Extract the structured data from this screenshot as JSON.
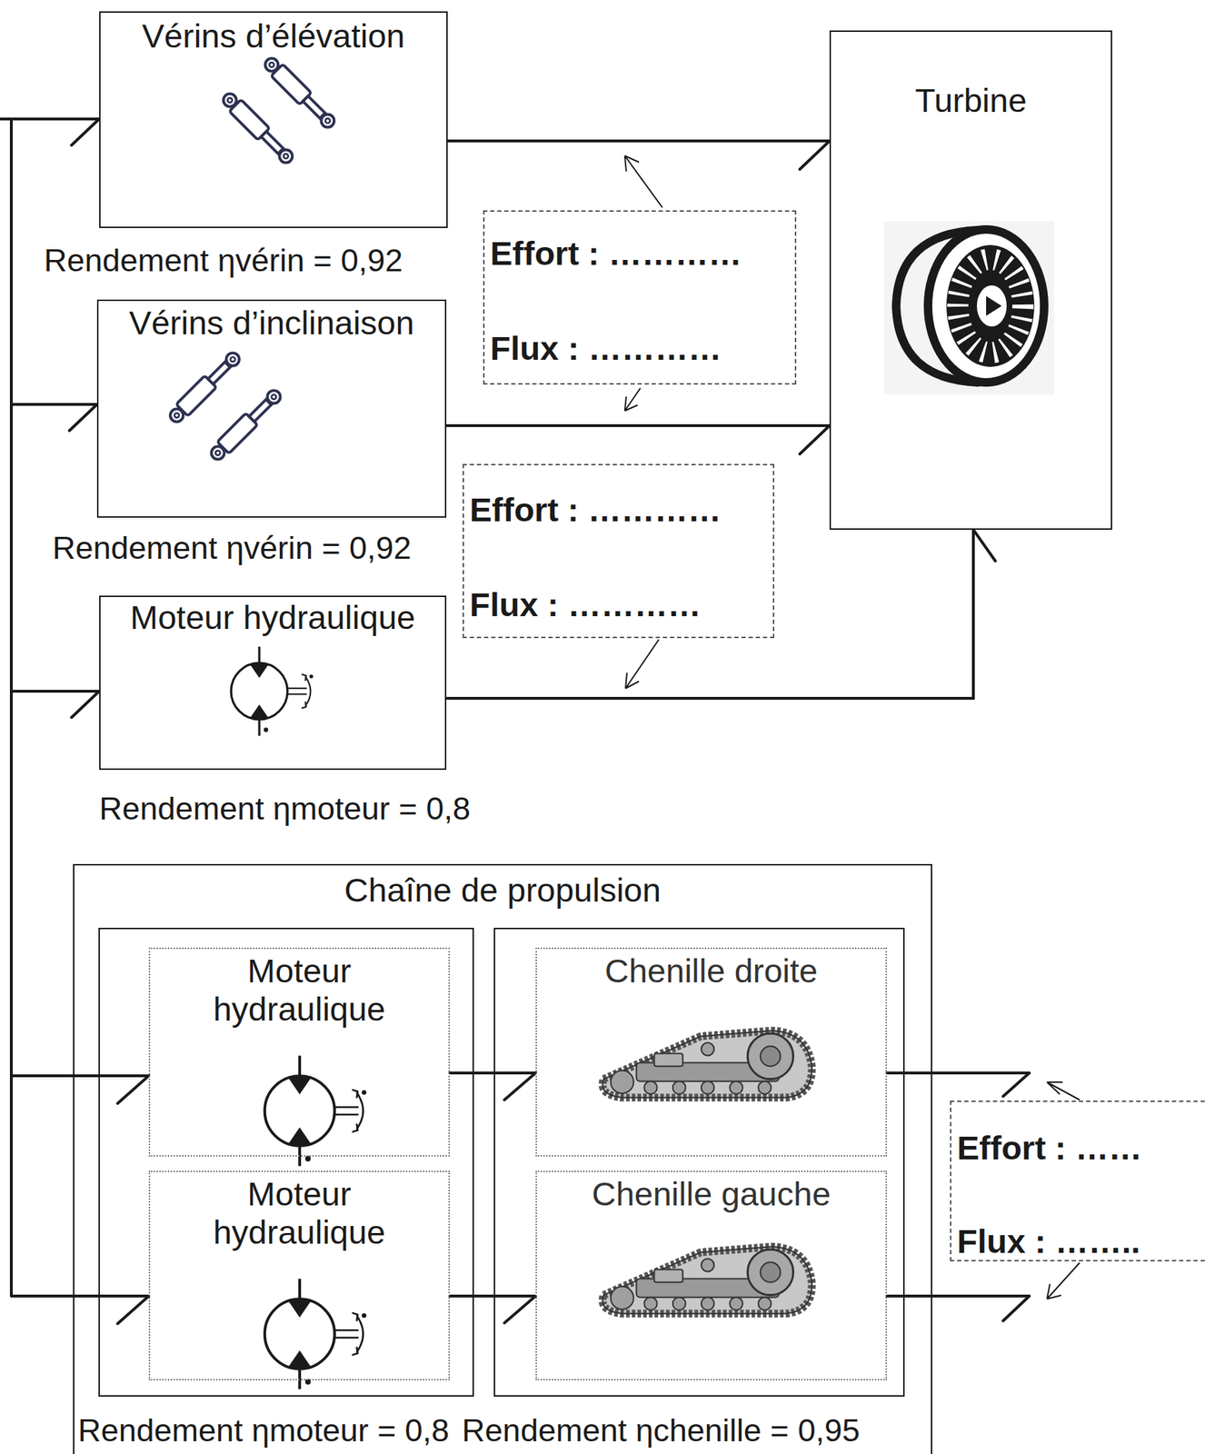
{
  "diagram": {
    "nodes": [
      {
        "text": [
          "Vérins d’élévation"
        ]
      },
      {
        "text": [
          "Turbine"
        ]
      },
      {
        "text": [
          "Effort : …………",
          "Flux : …………"
        ]
      },
      {
        "text": [
          "Vérins d’inclinaison"
        ]
      },
      {
        "text": [
          "Effort : …………",
          "Flux : …………"
        ]
      },
      {
        "text": [
          "Moteur hydraulique"
        ]
      },
      {
        "text": [
          "Chaîne de propulsion"
        ]
      },
      {
        "text": [
          "Moteur hydraulique"
        ],
        "in": 6
      },
      {
        "text": [
          "Chenille droite"
        ],
        "in": 6
      },
      {
        "text": [
          "Moteur hydraulique"
        ],
        "in": 6
      },
      {
        "text": [
          "Chenille gauche"
        ],
        "in": 6
      },
      {
        "text": [
          "Effort : ……",
          "Flux : …….."
        ]
      }
    ],
    "edges": [
      {
        "from": 0,
        "to": 1,
        "arrow": "to"
      },
      {
        "from": 3,
        "to": 1,
        "arrow": "to"
      },
      {
        "from": 5,
        "to": 1,
        "arrow": "to"
      },
      {
        "from": 7,
        "to": 8,
        "arrow": "to"
      },
      {
        "from": 9,
        "to": 10,
        "arrow": "to"
      }
    ],
    "labels": [
      "Rendement ηvérin = 0,92",
      "Rendement ηvérin = 0,92",
      "Rendement ηmoteur = 0,8",
      "Rendement ηmoteur = 0,8",
      "Rendement ηchenille = 0,95"
    ]
  }
}
